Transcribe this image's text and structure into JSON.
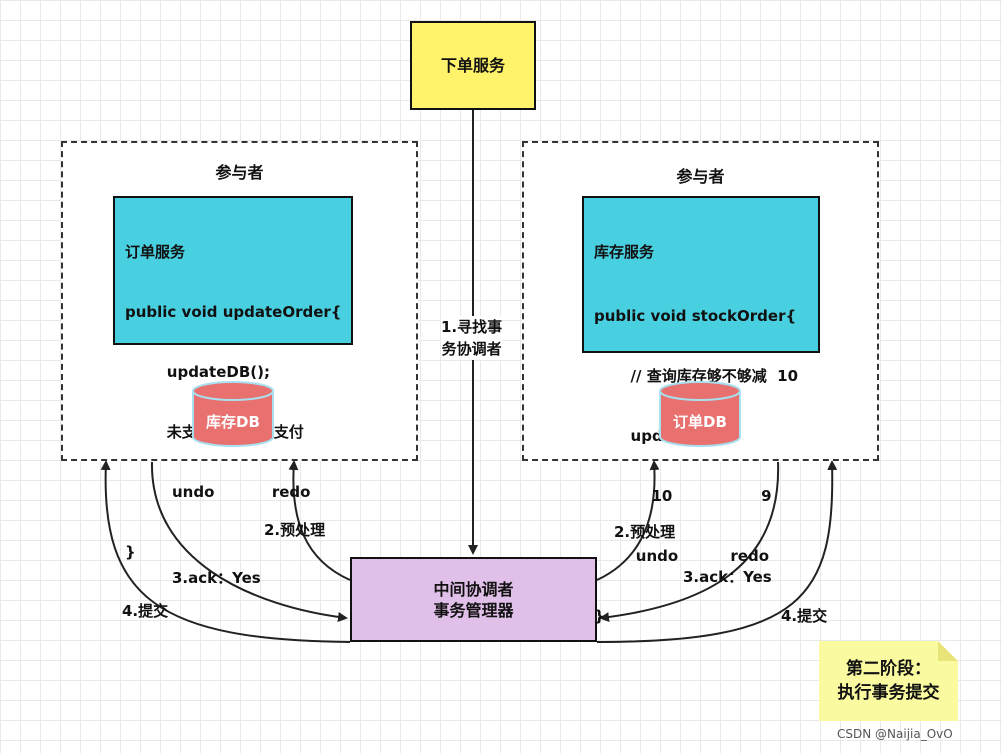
{
  "top_service": "下单服务",
  "left": {
    "title": "参与者",
    "service_lines": [
      "订单服务",
      "public void updateOrder{",
      "        updateDB();",
      "        未支付         已支付",
      "         undo           redo",
      "}"
    ],
    "db": "库存DB"
  },
  "right": {
    "title": "参与者",
    "service_lines": [
      "库存服务",
      "public void stockOrder{",
      "       // 查询库存够不够减  10",
      "       updateDB();",
      "           10                 9",
      "        undo          redo",
      "}"
    ],
    "db": "订单DB"
  },
  "coordinator": [
    "中间协调者",
    "事务管理器"
  ],
  "labels": {
    "find": [
      "1.寻找事",
      "务协调者"
    ],
    "prepare_left": "2.预处理",
    "prepare_right": "2.预处理",
    "ack_left": "3.ack：Yes",
    "ack_right": "3.ack：Yes",
    "commit_left": "4.提交",
    "commit_right": "4.提交"
  },
  "note": [
    "第二阶段：",
    "执行事务提交"
  ],
  "watermark": "CSDN @Naijia_OvO",
  "colors": {
    "top_service": "#fff36b",
    "service": "#48cfe0",
    "db": "#e8706e",
    "coordinator": "#e0bfe8",
    "note": "#fafba0"
  }
}
